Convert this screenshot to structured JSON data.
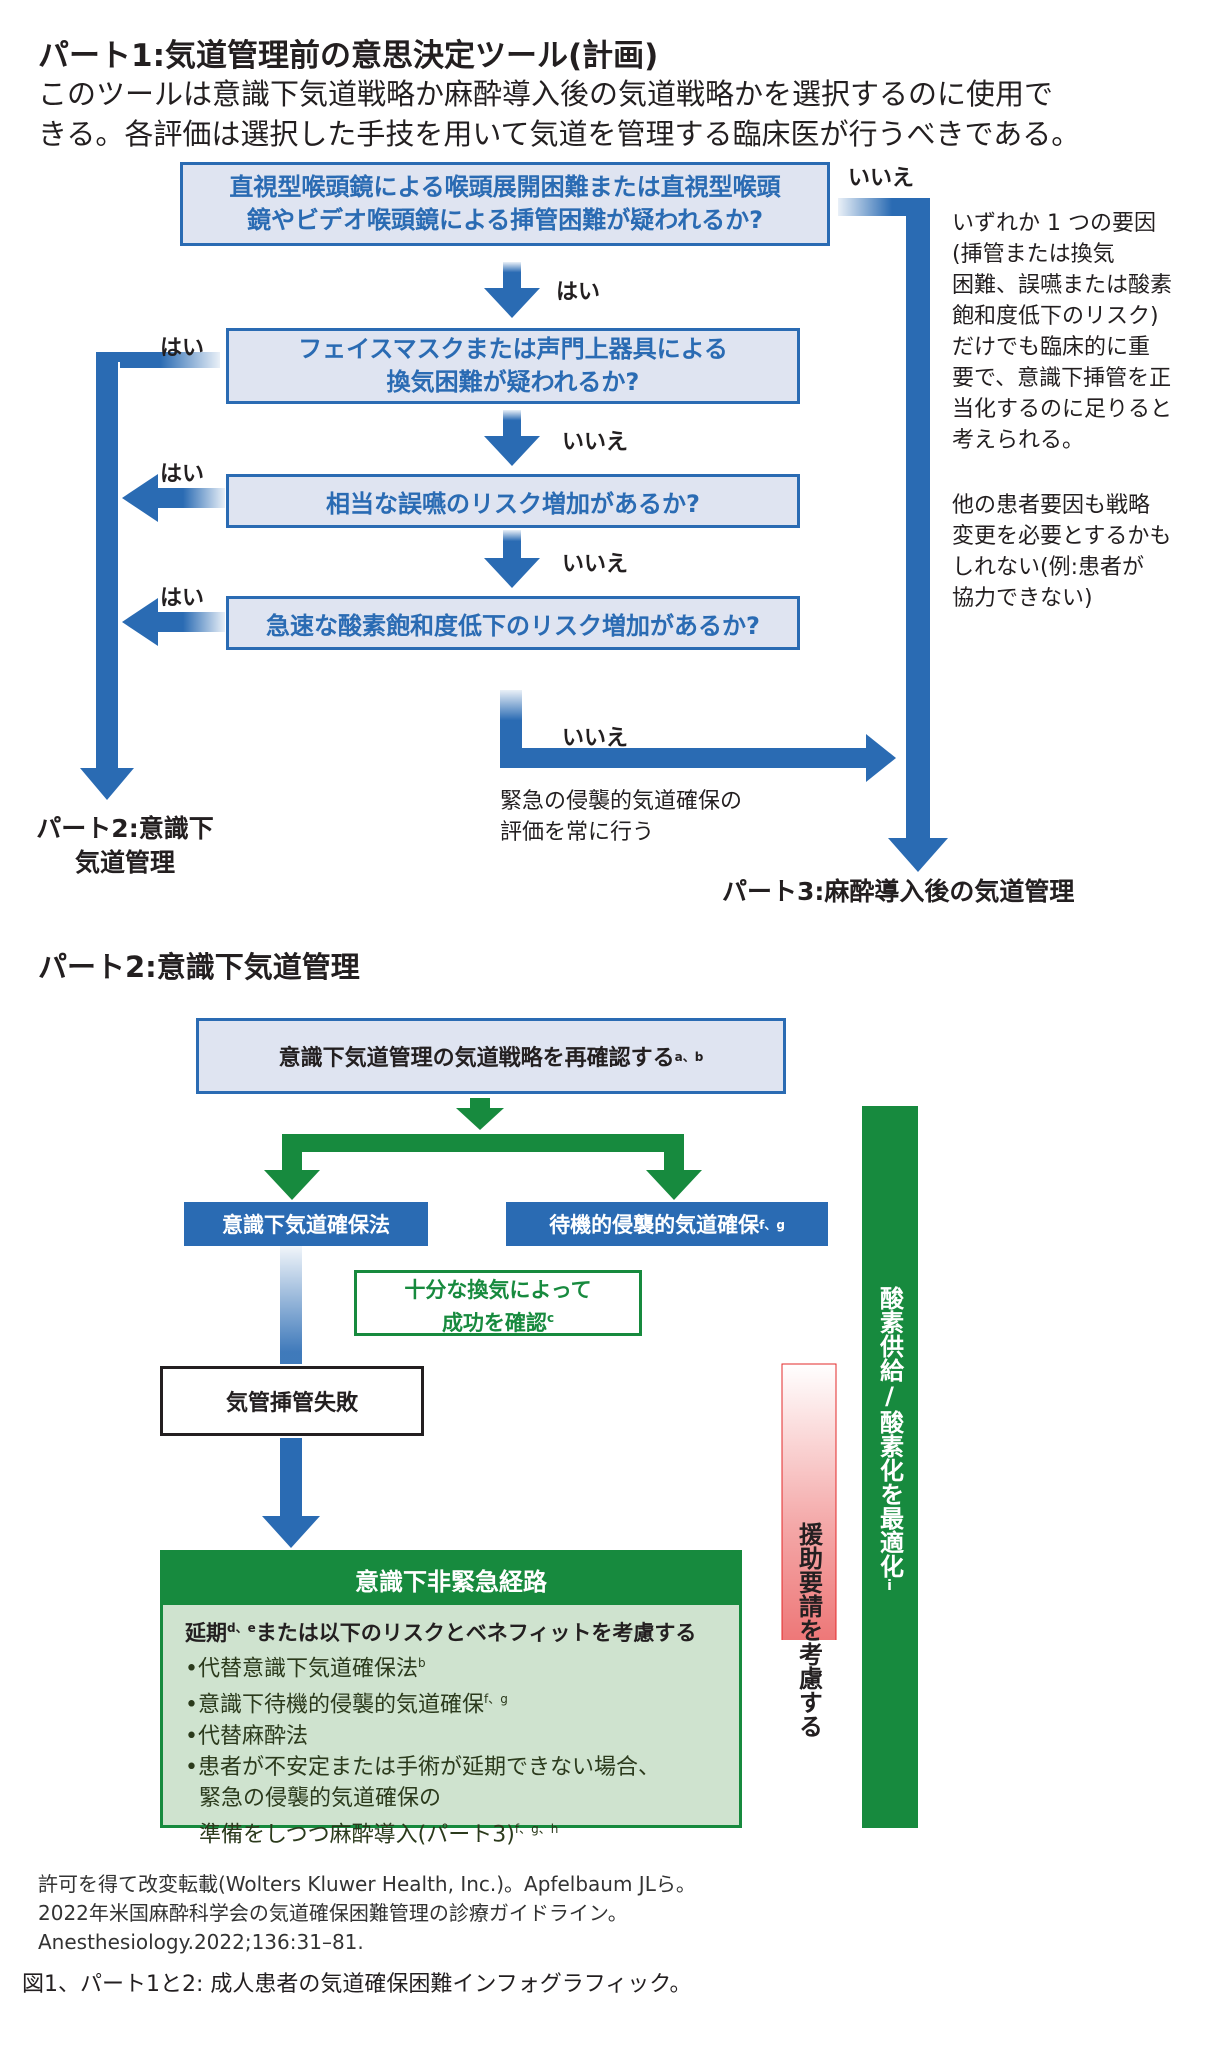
{
  "part1": {
    "title": "パート1:気道管理前の意思決定ツール(計画)",
    "intro_line1": "このツールは意識下気道戦略か麻酔導入後の気道戦略かを選択するのに使用で",
    "intro_line2": "きる。各評価は選択した手技を用いて気道を管理する臨床医が行うべきである。",
    "q1_line1": "直視型喉頭鏡による喉頭展開困難または直視型喉頭",
    "q1_line2": "鏡やビデオ喉頭鏡による挿管困難が疑われるか?",
    "q2_line1": "フェイスマスクまたは声門上器具による",
    "q2_line2": "換気困難が疑われるか?",
    "q3": "相当な誤嚥のリスク増加があるか?",
    "q4": "急速な酸素飽和度低下のリスク増加があるか?",
    "yes": "はい",
    "no": "いいえ",
    "side_note_1": [
      "いずれか 1 つの要因",
      "(挿管または換気",
      "困難、誤嚥または酸素",
      "飽和度低下のリスク)",
      "だけでも臨床的に重",
      "要で、意識下挿管を正",
      "当化するのに足りると",
      "考えられる。"
    ],
    "side_note_2": [
      "他の患者要因も戦略",
      "変更を必要とするかも",
      "しれない(例:患者が",
      "協力できない)"
    ],
    "emergency_note": [
      "緊急の侵襲的気道確保の",
      "評価を常に行う"
    ],
    "outcome_awake_line1": "パート2:意識下",
    "outcome_awake_line2": "気道管理",
    "outcome_induction": "パート3:麻酔導入後の気道管理"
  },
  "part2": {
    "title": "パート2:意識下気道管理",
    "reconfirm": "意識下気道管理の気道戦略を再確認する",
    "reconfirm_sup": "a、b",
    "awake_technique": "意識下気道確保法",
    "elective_invasive": "待機的侵襲的気道確保",
    "elective_invasive_sup": "f、g",
    "success_line1": "十分な換気によって",
    "success_line2": "成功を確認",
    "success_sup": "c",
    "intubation_failure": "気管挿管失敗",
    "nonemergency_title": "意識下非緊急経路",
    "consider_head": "延期",
    "consider_head_sup": "d、e",
    "consider_tail": "または以下のリスクとベネフィットを考慮する",
    "items": [
      {
        "text": "•代替意識下気道確保法",
        "sup": "b"
      },
      {
        "text": "•意識下待機的侵襲的気道確保",
        "sup": "f、g"
      },
      {
        "text": "•代替麻酔法",
        "sup": ""
      }
    ],
    "last_item": [
      "•患者が不安定または手術が延期できない場合、",
      "緊急の侵襲的気道確保の",
      "準備をしつつ麻酔導入(パート3)"
    ],
    "last_item_sup": "f、g、h",
    "help_bar": "援助要請を考慮する",
    "oxygen_bar": "酸素供給/酸素化を最適化",
    "oxygen_bar_sup": "i"
  },
  "footer": {
    "source_line1": "許可を得て改変転載(Wolters Kluwer Health, Inc.)。Apfelbaum JLら。",
    "source_line2": "2022年米国麻酔科学会の気道確保困難管理の診療ガイドライン。",
    "source_line3": "Anesthesiology.2022;136:31–81.",
    "caption": "図1、パート1と2: 成人患者の気道確保困難インフォグラフィック。"
  },
  "colors": {
    "blue": "#2a6bb3",
    "blue_box_fill": "#dfe4f1",
    "green": "#178a3e",
    "green_fill": "#cfe3cf",
    "red": "#e3292a"
  }
}
